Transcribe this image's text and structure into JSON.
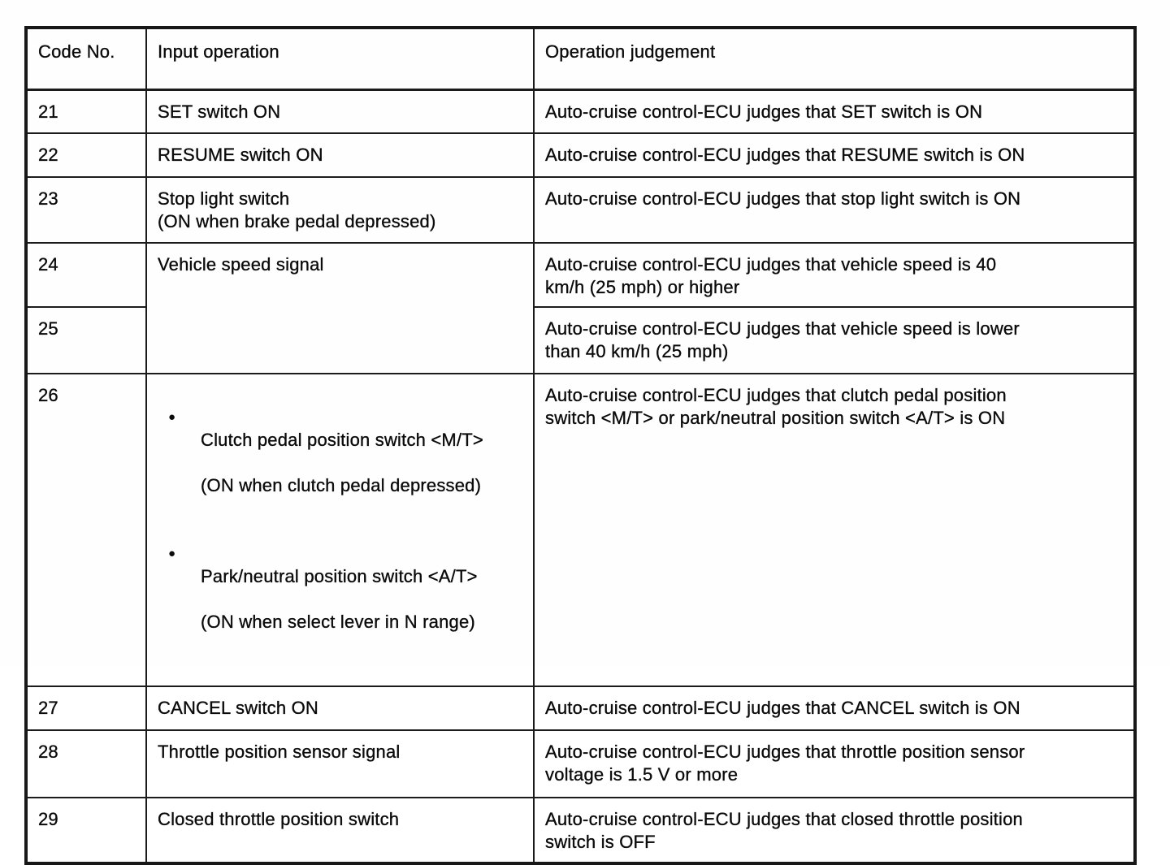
{
  "table": {
    "headers": {
      "code": "Code No.",
      "input": "Input operation",
      "judgement": "Operation judgement"
    },
    "rows": [
      {
        "code": "21",
        "input": "SET switch ON",
        "judgement": "Auto-cruise control-ECU judges that SET switch is ON"
      },
      {
        "code": "22",
        "input": "RESUME switch ON",
        "judgement": "Auto-cruise control-ECU judges that RESUME switch is ON"
      },
      {
        "code": "23",
        "input": "Stop light switch\n(ON when brake pedal depressed)",
        "judgement": "Auto-cruise control-ECU judges that stop light switch is ON"
      },
      {
        "code": "24",
        "input": "Vehicle speed signal",
        "judgement": "Auto-cruise control-ECU judges that vehicle speed is 40\nkm/h (25 mph) or higher"
      },
      {
        "code": "25",
        "input": "",
        "judgement": "Auto-cruise control-ECU judges that vehicle speed is lower\nthan 40 km/h (25 mph)"
      },
      {
        "code": "26",
        "input_bullets": [
          {
            "text": "Clutch pedal position switch <M/T>",
            "sub": "(ON when clutch pedal depressed)"
          },
          {
            "text": "Park/neutral position switch <A/T>",
            "sub": "(ON when select lever in N range)"
          }
        ],
        "bullet_glyph": "●",
        "judgement": "Auto-cruise control-ECU judges that clutch pedal position\nswitch <M/T> or park/neutral position switch <A/T> is ON"
      },
      {
        "code": "27",
        "input": "CANCEL switch ON",
        "judgement": "Auto-cruise control-ECU judges that CANCEL switch is ON"
      },
      {
        "code": "28",
        "input": "Throttle position sensor signal",
        "judgement": "Auto-cruise control-ECU judges that throttle position sensor\nvoltage is 1.5 V or more"
      },
      {
        "code": "29",
        "input": "Closed throttle position switch",
        "judgement": "Auto-cruise control-ECU judges that closed throttle position\nswitch is OFF"
      }
    ]
  }
}
